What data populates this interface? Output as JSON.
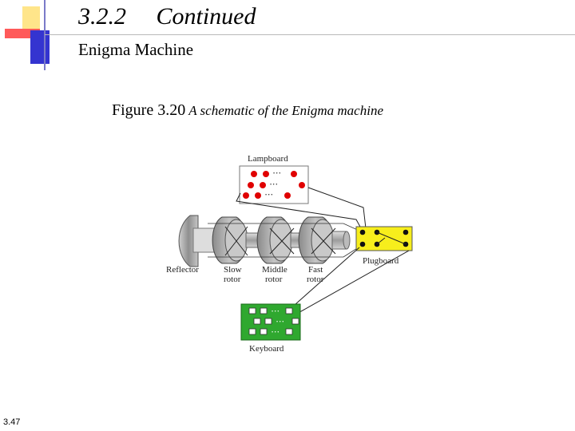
{
  "slide": {
    "title_number": "3.2.2",
    "title_text": "Continued",
    "subtitle": "Enigma Machine",
    "page_number": "3.47"
  },
  "figure": {
    "lead": "Figure 3.20",
    "description": "A schematic of the  Enigma machine"
  },
  "diagram": {
    "labels": {
      "lampboard": "Lampboard",
      "plugboard": "Plugboard",
      "keyboard": "Keyboard",
      "reflector": "Reflector",
      "slow_rotor_1": "Slow",
      "slow_rotor_2": "rotor",
      "middle_rotor_1": "Middle",
      "middle_rotor_2": "rotor",
      "fast_rotor_1": "Fast",
      "fast_rotor_2": "rotor",
      "ellipsis": "• • •"
    },
    "colors": {
      "lamp": "#e00000",
      "plugboard": "#f7ee1c",
      "keyboard": "#2fa82f",
      "rotor": "#a9a9a9",
      "deco_yellow": "#ffe066",
      "deco_red": "#ff3333",
      "deco_blue": "#3333cc"
    }
  }
}
